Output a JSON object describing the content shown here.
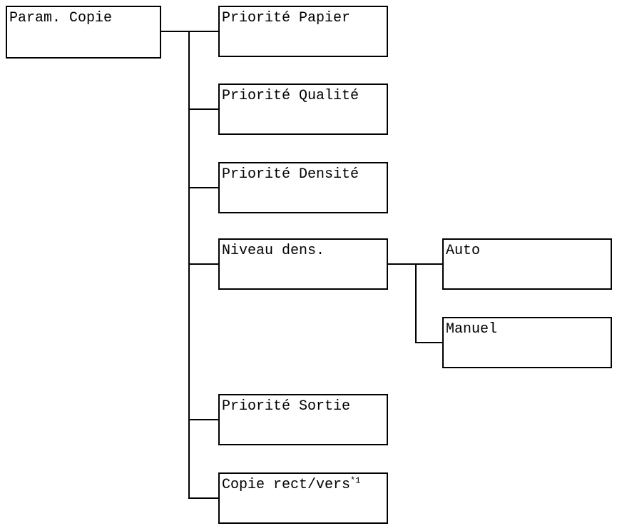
{
  "diagram": {
    "kind": "menu-tree",
    "colors": {
      "line": "#000000",
      "background": "#ffffff",
      "text": "#000000"
    },
    "root": {
      "label": "Param. Copie"
    },
    "children": [
      {
        "label": "Priorité Papier"
      },
      {
        "label": "Priorité Qualité"
      },
      {
        "label": "Priorité Densité"
      },
      {
        "label": "Niveau dens.",
        "children": [
          {
            "label": "Auto"
          },
          {
            "label": "Manuel"
          }
        ]
      },
      {
        "label": "Priorité Sortie"
      },
      {
        "label": "Copie rect/vers",
        "footnote_marker": "*1"
      }
    ]
  }
}
